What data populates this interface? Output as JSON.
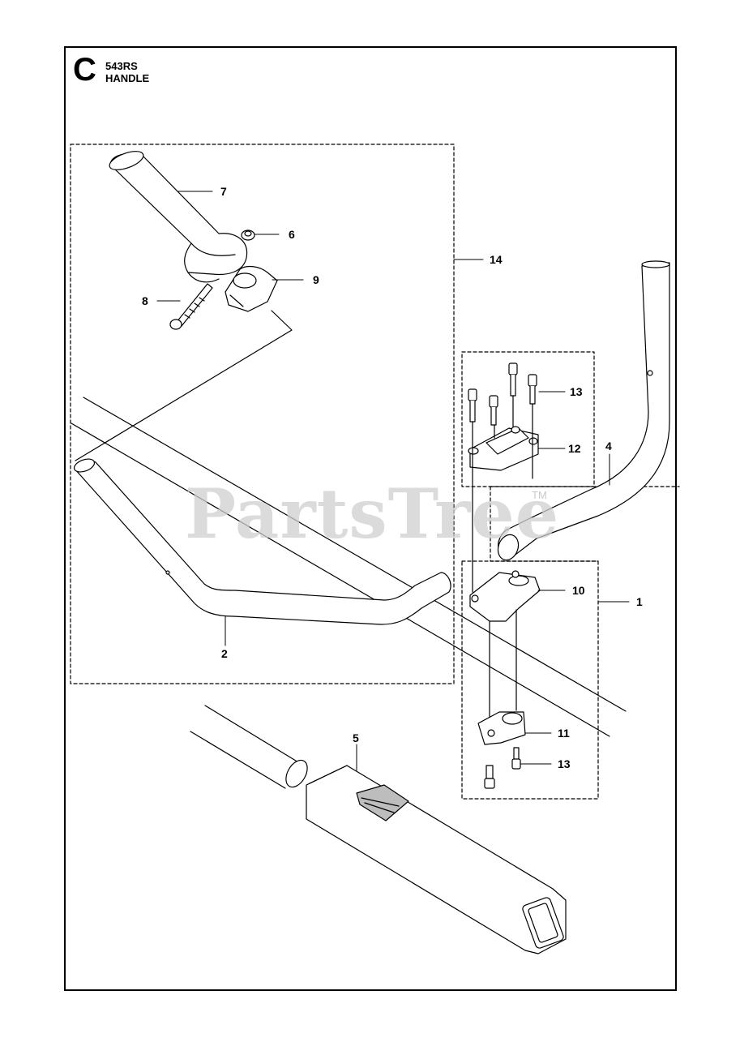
{
  "header": {
    "section_letter": "C",
    "model": "543RS",
    "section_name": "HANDLE"
  },
  "watermark": {
    "text": "PartsTree",
    "trademark": "TM"
  },
  "callouts": [
    {
      "id": "c7",
      "label": "7"
    },
    {
      "id": "c6",
      "label": "6"
    },
    {
      "id": "c9",
      "label": "9"
    },
    {
      "id": "c8",
      "label": "8"
    },
    {
      "id": "c14",
      "label": "14"
    },
    {
      "id": "c13a",
      "label": "13"
    },
    {
      "id": "c12",
      "label": "12"
    },
    {
      "id": "c4",
      "label": "4"
    },
    {
      "id": "c10",
      "label": "10"
    },
    {
      "id": "c1",
      "label": "1"
    },
    {
      "id": "c2",
      "label": "2"
    },
    {
      "id": "c5",
      "label": "5"
    },
    {
      "id": "c11",
      "label": "11"
    },
    {
      "id": "c13b",
      "label": "13"
    }
  ],
  "colors": {
    "line": "#000000",
    "watermark": "#cfcfcf",
    "part_fill": "#ffffff",
    "shade": "#bdbdbd"
  }
}
